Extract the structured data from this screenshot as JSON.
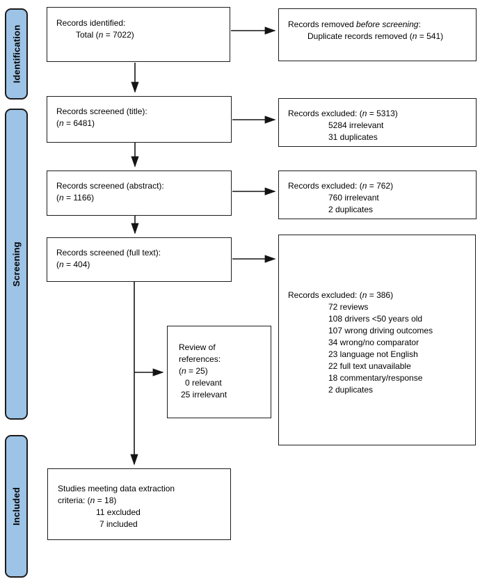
{
  "colors": {
    "sidebar_fill": "#9DC3E6",
    "border": "#1c1c1c"
  },
  "sidebar": {
    "identification": "Identification",
    "screening": "Screening",
    "included": "Included"
  },
  "boxes": {
    "records_identified": {
      "title": "Records identified:",
      "total_pre": "Total (",
      "n": "n",
      "total_post": " = 7022)"
    },
    "records_removed": {
      "head_pre": "Records removed ",
      "head_italic": "before screening",
      "head_post": ":",
      "dup_pre": "Duplicate records removed (",
      "n": "n",
      "dup_post": " = 541)"
    },
    "screened_title": {
      "title": "Records screened (title):",
      "n_pre": "(",
      "n": "n",
      "n_post": " = 6481)"
    },
    "excluded_title": {
      "head_pre": "Records excluded: (",
      "n": "n",
      "head_post": " = 5313)",
      "items": [
        "5284 irrelevant",
        "31 duplicates"
      ]
    },
    "screened_abstract": {
      "title": "Records screened (abstract):",
      "n_pre": "(",
      "n": "n",
      "n_post": " = 1166)"
    },
    "excluded_abstract": {
      "head_pre": "Records excluded: (",
      "n": "n",
      "head_post": " = 762)",
      "items": [
        "760 irrelevant",
        "2 duplicates"
      ]
    },
    "screened_fulltext": {
      "title": "Records screened (full text):",
      "n_pre": "(",
      "n": "n",
      "n_post": " = 404)"
    },
    "excluded_fulltext": {
      "head_pre": "Records excluded: (",
      "n": "n",
      "head_post": " = 386)",
      "items": [
        "72 reviews",
        "108 drivers <50 years old",
        "107 wrong driving outcomes",
        "34 wrong/no comparator",
        "23 language not English",
        "22 full text unavailable",
        "18 commentary/response",
        "2 duplicates"
      ]
    },
    "review_references": {
      "line1": "Review of",
      "line2": "references:",
      "n_pre": "(",
      "n": "n",
      "n_post": " = 25)",
      "items": [
        "0 relevant",
        "25 irrelevant"
      ]
    },
    "studies_meeting": {
      "line1": "Studies meeting data extraction",
      "line2_pre": "criteria: (",
      "n": "n",
      "line2_post": " = 18)",
      "items": [
        "11 excluded",
        "7 included"
      ]
    }
  }
}
